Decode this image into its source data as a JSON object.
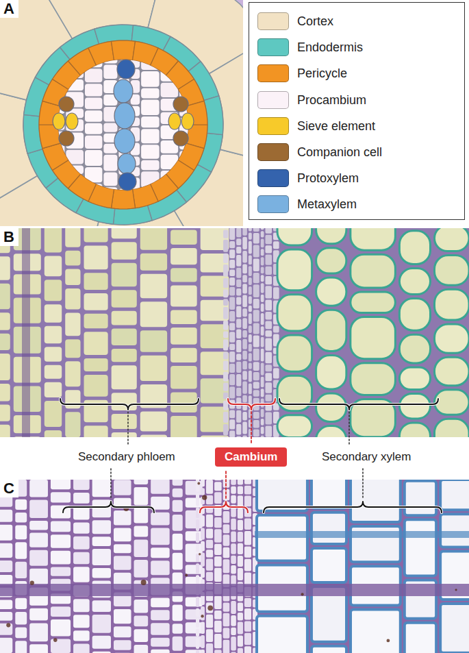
{
  "diagram": {
    "nodes": [
      {
        "text": [
          "Cambium"
        ]
      }
    ],
    "labels": [
      "A",
      "B",
      "Secondary phloem",
      "Secondary xylem",
      "C"
    ],
    "legend": [
      {
        "text": "Cortex",
        "color": "#f2e2c4"
      },
      {
        "text": "Endodermis",
        "color": "#5ec8c1"
      },
      {
        "text": "Pericycle",
        "color": "#f29423"
      },
      {
        "text": "Procambium",
        "color": "#fbf2f8"
      },
      {
        "text": "Sieve element",
        "color": "#f7ca2a"
      },
      {
        "text": "Companion cell",
        "color": "#9c6a33"
      },
      {
        "text": "Protoxylem",
        "color": "#3463ad"
      },
      {
        "text": "Metaxylem",
        "color": "#7ab1e0"
      }
    ]
  }
}
